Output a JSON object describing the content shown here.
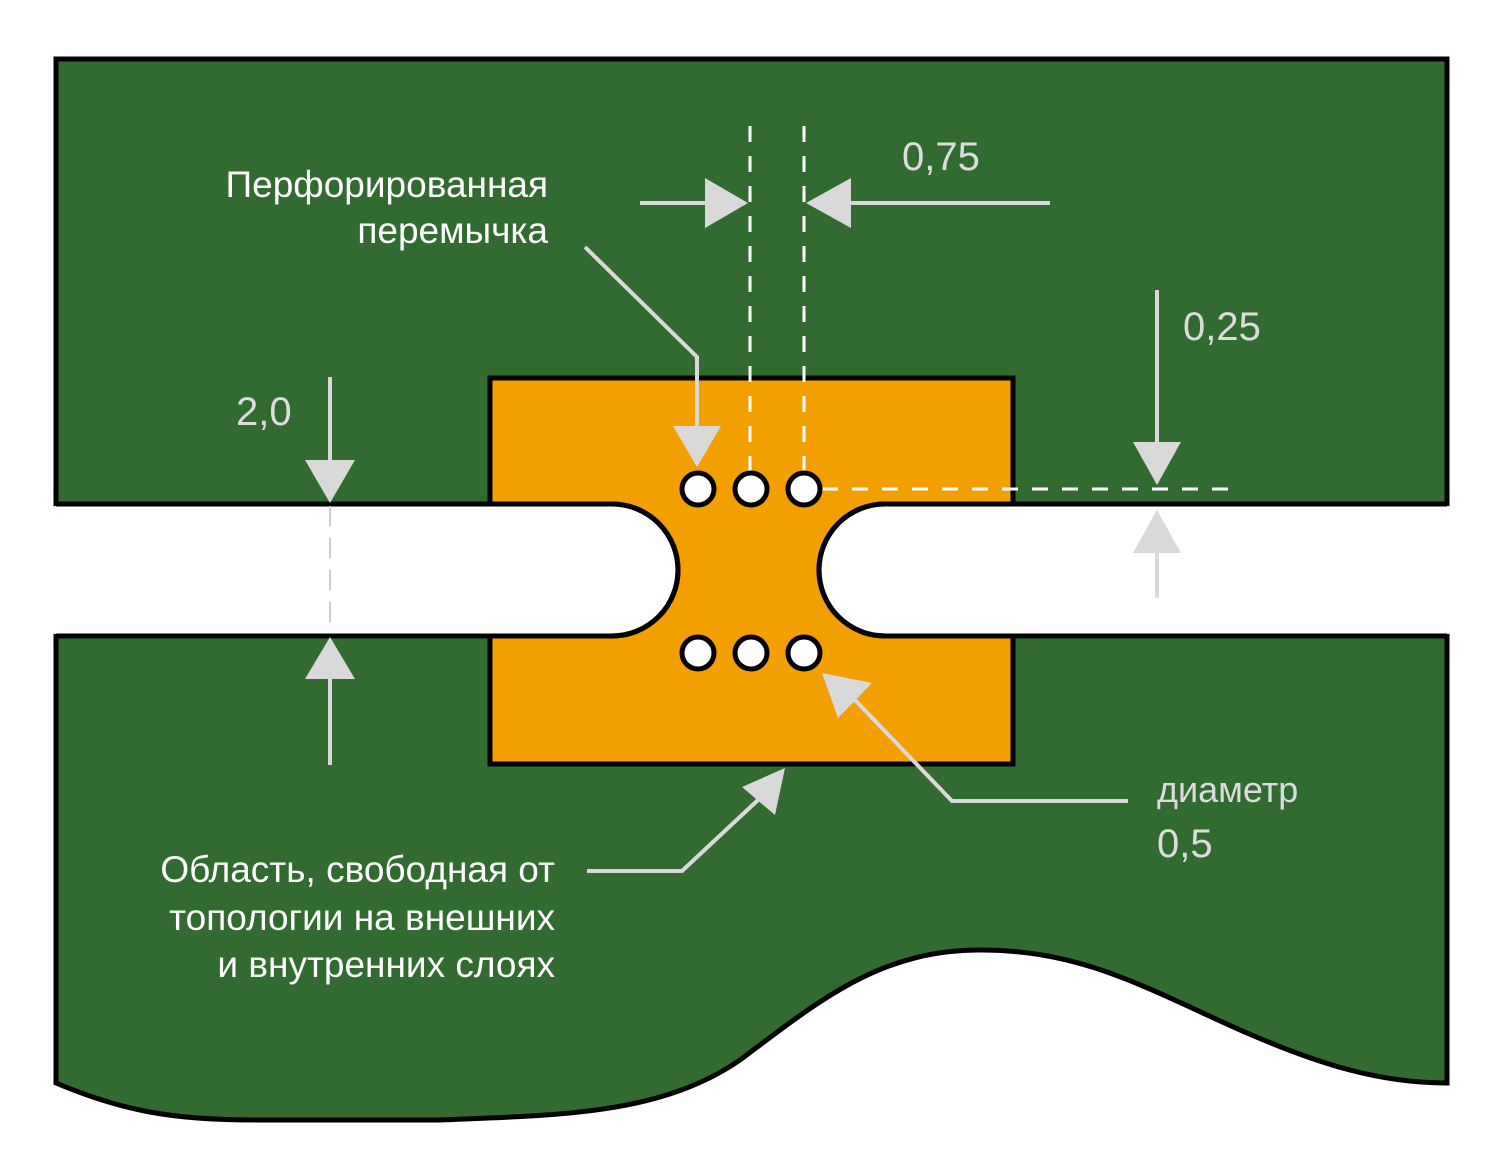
{
  "diagram": {
    "title": "Перфорированная перемычка — размеры",
    "colors": {
      "board": "#316b30",
      "outline": "#000000",
      "keepout": "#f49f00",
      "arrow": "#d9d9d9",
      "label": "#ffffff",
      "dimension_text": "#dcdcdc"
    },
    "labels": {
      "perforated_bridge_line1": "Перфорированная",
      "perforated_bridge_line2": "перемычка",
      "keepout_line1": "Область, свободная от",
      "keepout_line2": "топологии на внешних",
      "keepout_line3": "и внутренних слоях",
      "diameter_label": "диаметр"
    },
    "dimensions": {
      "hole_pitch": "0,75",
      "edge_offset": "0,25",
      "slot_width": "2,0",
      "hole_diameter": "0,5"
    },
    "holes": {
      "rows": 2,
      "per_row": 3
    }
  }
}
